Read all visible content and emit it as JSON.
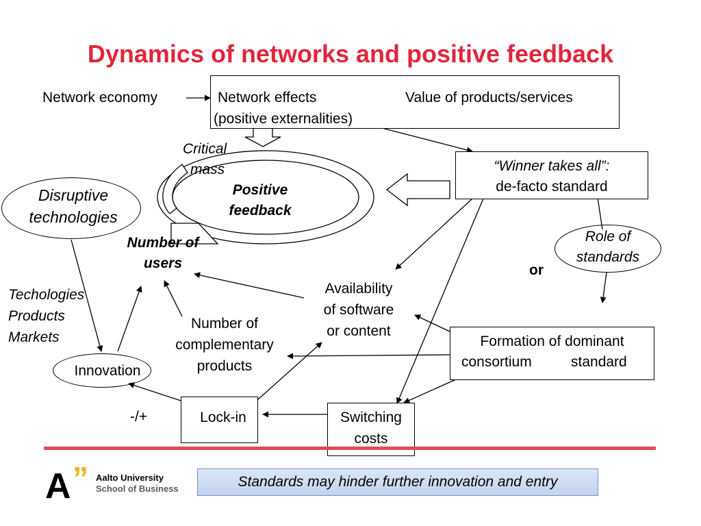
{
  "title": "Dynamics of networks and positive feedback",
  "labels": {
    "network_economy": "Network economy",
    "network_effects": "Network effects",
    "positive_externalities": "(positive externalities)",
    "value_products": "Value of products/services",
    "critical_mass_1": "Critical",
    "critical_mass_2": "mass",
    "positive_feedback_1": "Positive",
    "positive_feedback_2": "feedback",
    "winner_1": "“Winner takes all”:",
    "winner_2": "de-facto standard",
    "disruptive_1": "Disruptive",
    "disruptive_2": "technologies",
    "number_users_1": "Number of",
    "number_users_2": "users",
    "role_standards_1": "Role of",
    "role_standards_2": "standards",
    "or": "or",
    "availability_1": "Availability",
    "availability_2": "of software",
    "availability_3": "or content",
    "tech_1": "Techologies",
    "tech_2": "Products",
    "tech_3": "Markets",
    "complementary_1": "Number of",
    "complementary_2": "complementary",
    "complementary_3": "products",
    "formation_1": "Formation of dominant",
    "formation_2a": "consortium",
    "formation_2b": "standard",
    "innovation": "Innovation",
    "minus_plus": "-/+",
    "lock_in": "Lock-in",
    "switching_1": "Switching",
    "switching_2": "costs"
  },
  "banner": "Standards may hinder further innovation and entry",
  "logo": {
    "mark": "A",
    "quote": "”",
    "line1": "Aalto University",
    "line2": "School of Business"
  },
  "colors": {
    "title": "#e0263c",
    "footer_bar": "#e24a55",
    "banner_bg": "#cfdcf2",
    "logo_accent": "#f2b21b"
  }
}
